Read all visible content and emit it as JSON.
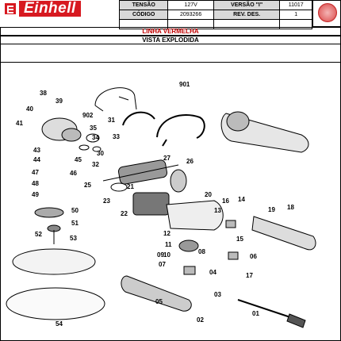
{
  "header": {
    "brand": "Einhell",
    "rows": [
      {
        "k1": "TENSÃO",
        "v1": "127V",
        "k2": "VERSÃO \"I\"",
        "v2": "11017"
      },
      {
        "k1": "CÓDIGO",
        "v1": "2093266",
        "k2": "REV. DES.",
        "v2": "1"
      }
    ],
    "line": "LINHA VERMELHA",
    "view": "VISTA EXPLODIDA"
  },
  "parts": {
    "labels": [
      "901",
      "902",
      "38",
      "39",
      "40",
      "41",
      "43",
      "44",
      "45",
      "46",
      "47",
      "48",
      "49",
      "50",
      "51",
      "52",
      "53",
      "54",
      "35",
      "34",
      "33",
      "32",
      "31",
      "30",
      "25",
      "23",
      "22",
      "27",
      "26",
      "21",
      "20",
      "16",
      "14",
      "13",
      "19",
      "18",
      "15",
      "12",
      "11",
      "10",
      "09",
      "08",
      "07",
      "06",
      "05",
      "04",
      "03",
      "02",
      "01",
      "17"
    ]
  },
  "colors": {
    "brand": "#d71920",
    "line_text": "#c00000",
    "header_fill": "#d9d9d9"
  }
}
